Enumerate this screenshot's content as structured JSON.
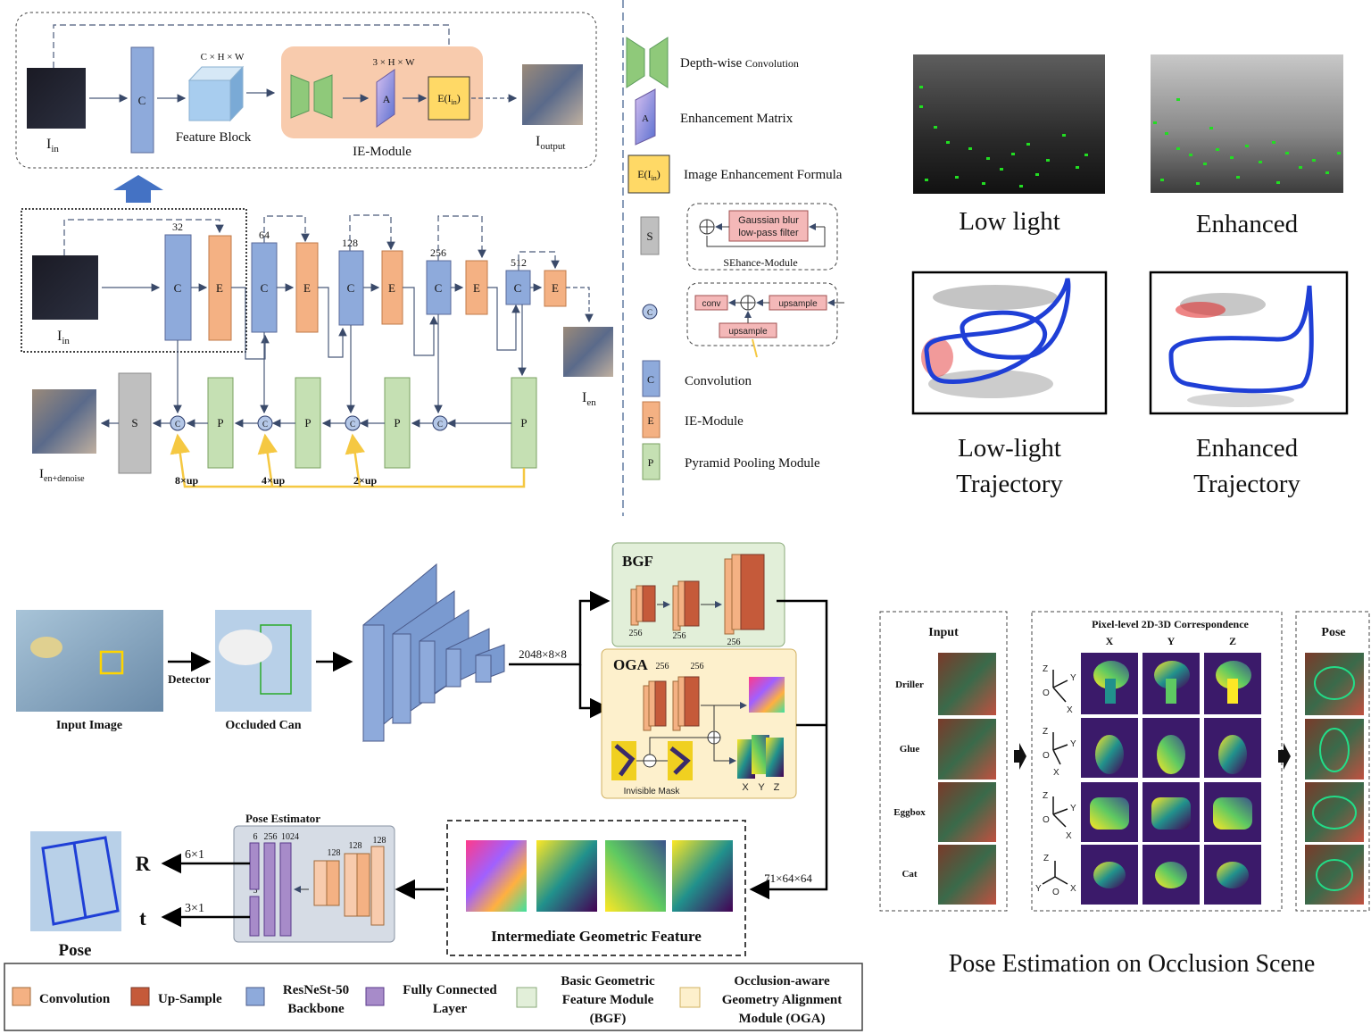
{
  "top_arch": {
    "i_in": "I",
    "i_in_sub": "in",
    "dims_feature": "C × H × W",
    "dims_matrix": "3 × H × W",
    "conv_label": "C",
    "matrix_label": "A",
    "formula_label": "E(I",
    "formula_sub": "in",
    "formula_close": ")",
    "feature_block": "Feature Block",
    "ie_module": "IE-Module",
    "i_out": "I",
    "i_out_sub": "output"
  },
  "encoder": {
    "i_in": "I",
    "i_in_sub": "in",
    "channels": [
      "32",
      "64",
      "128",
      "256",
      "512"
    ],
    "conv_label": "C",
    "ie_label": "E",
    "pp_label": "P",
    "s_label": "S",
    "concat_label": "C",
    "i_en": "I",
    "i_en_sub": "en",
    "i_den": "I",
    "i_den_sub": "en+denoise",
    "up_labels": [
      "8×up",
      "4×up",
      "2×up"
    ]
  },
  "legend_top": {
    "dw_conv_a": "Depth-wise ",
    "dw_conv_b": "Convolution",
    "enh_matrix": "Enhancement Matrix",
    "formula": "Image Enhancement Formula",
    "sehance_title": "SEhance-Module",
    "gaussian_1": "Gaussian blur",
    "gaussian_2": "low-pass filter",
    "conv": "conv",
    "upsample": "upsample",
    "conv_legend": "Convolution",
    "ie_legend": "IE-Module",
    "pp_legend": "Pyramid Pooling Module",
    "s_letter": "S",
    "c_letter": "C",
    "e_letter": "E",
    "p_letter": "P",
    "a_letter": "A"
  },
  "results": {
    "low_light": "Low light",
    "enhanced": "Enhanced",
    "low_traj_1": "Low-light",
    "low_traj_2": "Trajectory",
    "enh_traj_1": "Enhanced",
    "enh_traj_2": "Trajectory"
  },
  "pose_net": {
    "input_image": "Input Image",
    "detector": "Detector",
    "occluded_can": "Occluded Can",
    "backbone_out": "2048×8×8",
    "bgf": "BGF",
    "oga": "OGA",
    "bgf_dims": [
      "256",
      "256",
      "256"
    ],
    "oga_dims": [
      "256",
      "256"
    ],
    "invisible_mask": "Invisible Mask",
    "xyz": [
      "X",
      "Y",
      "Z"
    ],
    "feat_dims": "71×64×64",
    "intermediate": "Intermediate Geometric Feature",
    "pose_estimator": "Pose Estimator",
    "fc_dims": [
      "6",
      "256",
      "1024"
    ],
    "fc_dim_3": "3",
    "conv_dims": [
      "128",
      "128",
      "128"
    ],
    "r_label": "R",
    "t_label": "t",
    "r_dim": "6×1",
    "t_dim": "3×1",
    "pose": "Pose"
  },
  "legend_bottom": {
    "convolution": "Convolution",
    "upsample": "Up-Sample",
    "backbone_1": "ResNeSt-50",
    "backbone_2": "Backbone",
    "fc_1": "Fully Connected",
    "fc_2": "Layer",
    "bgf_1": "Basic Geometric",
    "bgf_2": "Feature Module",
    "bgf_3": "(BGF)",
    "oga_1": "Occlusion-aware",
    "oga_2": "Geometry Alignment",
    "oga_3": "Module (OGA)"
  },
  "occlusion": {
    "input": "Input",
    "correspondence": "Pixel-level 2D-3D Correspondence",
    "pose": "Pose",
    "cols": [
      "X",
      "Y",
      "Z"
    ],
    "objects": [
      "Driller",
      "Glue",
      "Eggbox",
      "Cat"
    ],
    "axis_x": "X",
    "axis_y": "Y",
    "axis_z": "Z",
    "axis_o": "O",
    "caption": "Pose Estimation on Occlusion Scene"
  },
  "colors": {
    "conv_blue": "#8eaadb",
    "ie_orange": "#f4b183",
    "pp_green": "#c5e0b3",
    "formula_yellow": "#ffd966",
    "traj_blue": "#1f3fd6",
    "traj_red": "#e02020"
  }
}
